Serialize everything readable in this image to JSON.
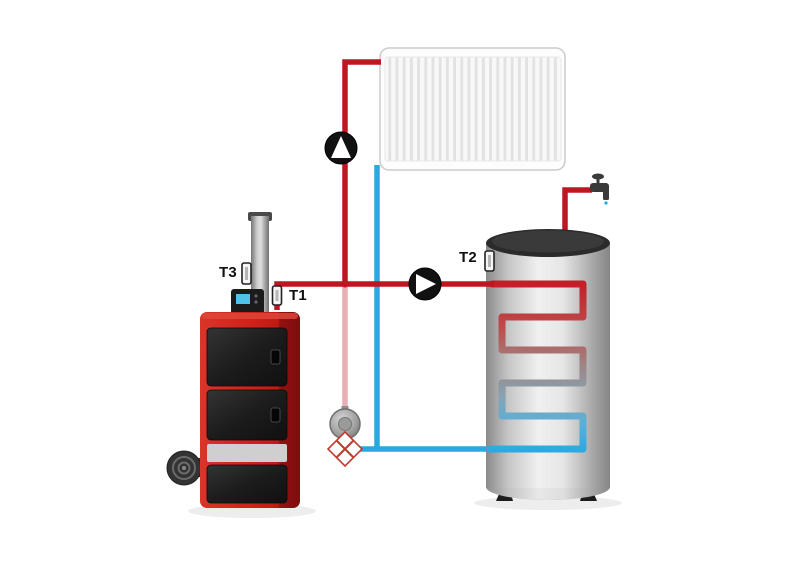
{
  "labels": {
    "t1": "T1",
    "t2": "T2",
    "t3": "T3"
  },
  "colors": {
    "hot_pipe": "#c01622",
    "cold_pipe": "#2aa9e0",
    "boiler_red": "#d0231b",
    "boiler_red_dark": "#8e0f0f",
    "panel_dark": "#1e1e1e",
    "pump_body": "#111111",
    "pump_arrow": "#ffffff",
    "tank_top": "#2b2b2b",
    "metal_gray": "#9a9a9a",
    "sensor_fill": "#f5f5f5",
    "label_color": "#111111"
  },
  "components": [
    {
      "name": "solid-fuel-boiler"
    },
    {
      "name": "chimney"
    },
    {
      "name": "boiler-controller"
    },
    {
      "name": "draft-fan"
    },
    {
      "name": "panel-radiator"
    },
    {
      "name": "radiator-circulation-pump"
    },
    {
      "name": "tank-loading-pump"
    },
    {
      "name": "mixing-valve-unit"
    },
    {
      "name": "buffer-tank-with-coil"
    },
    {
      "name": "hot-water-tap"
    },
    {
      "name": "temperature-sensor-T1"
    },
    {
      "name": "temperature-sensor-T2"
    },
    {
      "name": "temperature-sensor-T3"
    }
  ]
}
